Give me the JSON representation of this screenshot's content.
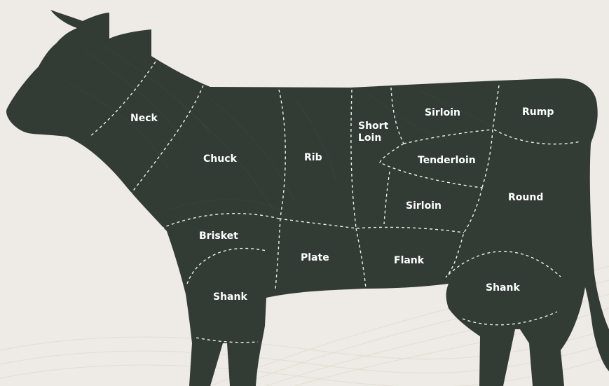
{
  "colors": {
    "background": "#eeebe6",
    "cow_body": "#323b34",
    "cut_lines": "#f2f0ea",
    "label_text": "#ffffff"
  },
  "cuts": {
    "neck": "Neck",
    "chuck": "Chuck",
    "rib": "Rib",
    "short_loin_1": "Short",
    "short_loin_2": "Loin",
    "sirloin_top": "Sirloin",
    "rump": "Rump",
    "tenderloin": "Tenderloin",
    "sirloin_bottom": "Sirloin",
    "round": "Round",
    "brisket": "Brisket",
    "plate": "Plate",
    "flank": "Flank",
    "front_shank": "Shank",
    "rear_shank": "Shank"
  }
}
